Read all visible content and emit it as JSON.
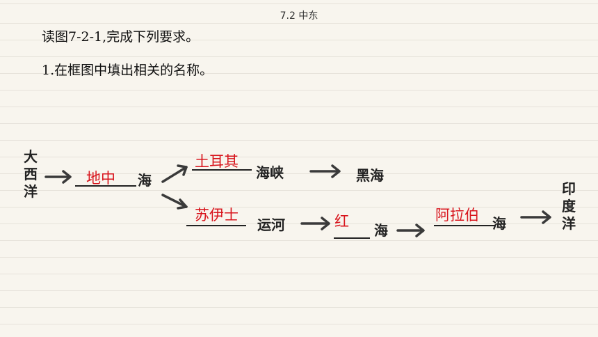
{
  "header": {
    "title": "7.2 中东"
  },
  "instructions": {
    "line1": "读图7-2-1,完成下列要求。",
    "line2": "1.在框图中填出相关的名称。"
  },
  "diagram": {
    "start": "大西洋",
    "end": "印度洋",
    "answers": {
      "sea1": "地中",
      "strait": "土耳其",
      "canal": "苏伊士",
      "sea2": "红",
      "sea3": "阿拉伯"
    },
    "suffixes": {
      "sea1": "海",
      "strait": "海峡",
      "canal": "运河",
      "sea2": "海",
      "sea3": "海"
    },
    "black_sea": "黑海"
  },
  "colors": {
    "answer": "#d8141c",
    "text": "#222222",
    "arrow": "#3a3a3a"
  }
}
